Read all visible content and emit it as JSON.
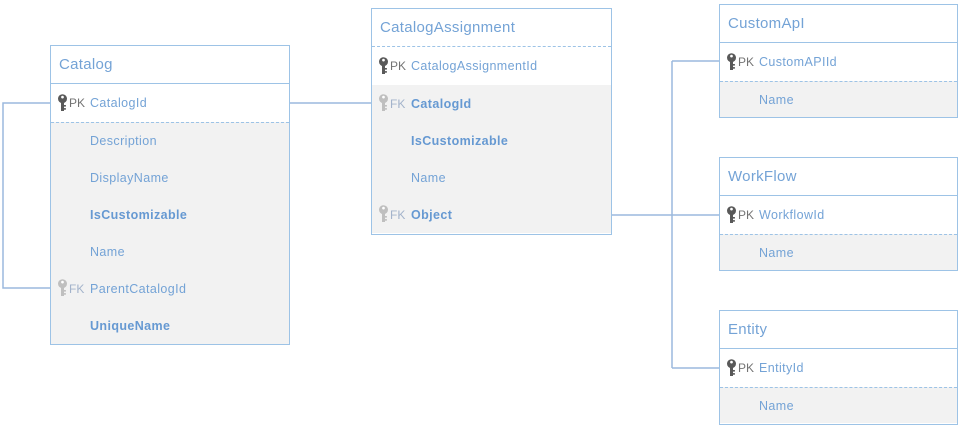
{
  "diagram": {
    "tables": [
      {
        "title": "Catalog",
        "rows": [
          {
            "key": "PK",
            "name": "CatalogId",
            "bold": false
          },
          {
            "key": "",
            "name": "Description",
            "bold": false
          },
          {
            "key": "",
            "name": "DisplayName",
            "bold": false
          },
          {
            "key": "",
            "name": "IsCustomizable",
            "bold": true
          },
          {
            "key": "",
            "name": "Name",
            "bold": false
          },
          {
            "key": "FK",
            "name": "ParentCatalogId",
            "bold": false
          },
          {
            "key": "",
            "name": "UniqueName",
            "bold": true
          }
        ]
      },
      {
        "title": "CatalogAssignment",
        "rows": [
          {
            "key": "PK",
            "name": "CatalogAssignmentId",
            "bold": false
          },
          {
            "key": "FK",
            "name": "CatalogId",
            "bold": true
          },
          {
            "key": "",
            "name": "IsCustomizable",
            "bold": true
          },
          {
            "key": "",
            "name": "Name",
            "bold": false
          },
          {
            "key": "FK",
            "name": "Object",
            "bold": true
          }
        ]
      },
      {
        "title": "CustomApI",
        "rows": [
          {
            "key": "PK",
            "name": "CustomAPIId",
            "bold": false
          },
          {
            "key": "",
            "name": "Name",
            "bold": false
          }
        ]
      },
      {
        "title": "WorkFlow",
        "rows": [
          {
            "key": "PK",
            "name": "WorkflowId",
            "bold": false
          },
          {
            "key": "",
            "name": "Name",
            "bold": false
          }
        ]
      },
      {
        "title": "Entity",
        "rows": [
          {
            "key": "PK",
            "name": "EntityId",
            "bold": false
          },
          {
            "key": "",
            "name": "Name",
            "bold": false
          }
        ]
      }
    ],
    "relationships": [
      {
        "from": "Catalog.ParentCatalogId",
        "to": "Catalog.CatalogId"
      },
      {
        "from": "CatalogAssignment.CatalogId",
        "to": "Catalog.CatalogId"
      },
      {
        "from": "CatalogAssignment.Object",
        "to": "CustomApI.CustomAPIId"
      },
      {
        "from": "CatalogAssignment.Object",
        "to": "WorkFlow.WorkflowId"
      },
      {
        "from": "CatalogAssignment.Object",
        "to": "Entity.EntityId"
      }
    ]
  },
  "colors": {
    "line": "#9bb9dd",
    "table_border": "#9dc3e6",
    "text": "#74a3d6",
    "pk_label": "#737373",
    "fk_label": "#a3b3cb",
    "pk_key_icon": "#595959",
    "fk_key_icon": "#bfbfbf",
    "row_alt_background": "#f2f2f2"
  }
}
